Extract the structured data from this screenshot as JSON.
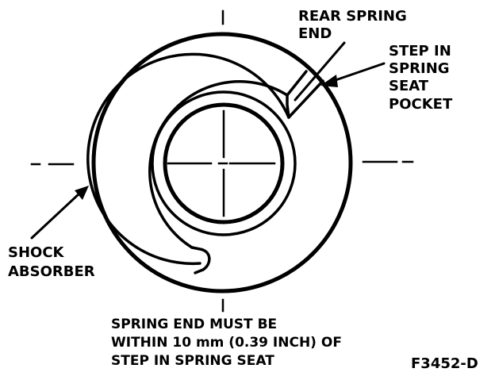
{
  "labels": {
    "rear_spring_end": [
      "REAR SPRING",
      "END"
    ],
    "step_in_spring_seat_pocket": [
      "STEP IN",
      "SPRING",
      "SEAT",
      "POCKET"
    ],
    "shock_absorber": [
      "SHOCK",
      "ABSORBER"
    ]
  },
  "note": [
    "SPRING END MUST BE",
    "WITHIN 10 mm (0.39 INCH) OF",
    "STEP IN SPRING SEAT"
  ],
  "figure_id": "F3452-D",
  "colors": {
    "ink": "#000000",
    "paper": "#ffffff"
  }
}
